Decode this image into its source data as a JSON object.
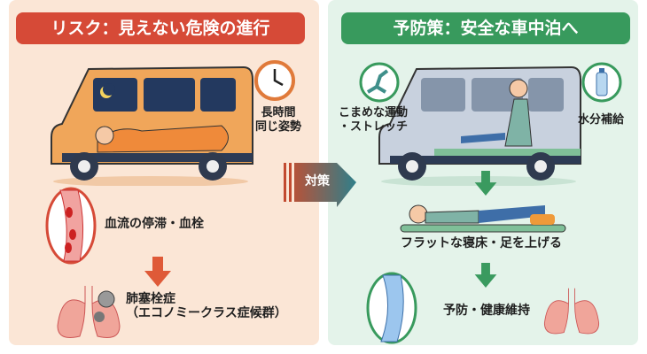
{
  "left": {
    "title": "リスク：見えない危険の進行",
    "clock_label_1": "長時間",
    "clock_label_2": "同じ姿勢",
    "blood_label": "血流の停滞・血栓",
    "result_label_1": "肺塞栓症",
    "result_label_2": "（エコノミークラス症候群）"
  },
  "center": {
    "label": "対策"
  },
  "right": {
    "title": "予防策：安全な車中泊へ",
    "exercise_label_1": "こまめな運動",
    "exercise_label_2": "・ストレッチ",
    "water_label": "水分補給",
    "bed_label": "フラットな寝床・足を上げる",
    "result_label": "予防・健康維持"
  },
  "colors": {
    "risk": "#d64a37",
    "prevent": "#389a5d",
    "left_bg": "#fbe6d6",
    "right_bg": "#e4f3ea"
  }
}
